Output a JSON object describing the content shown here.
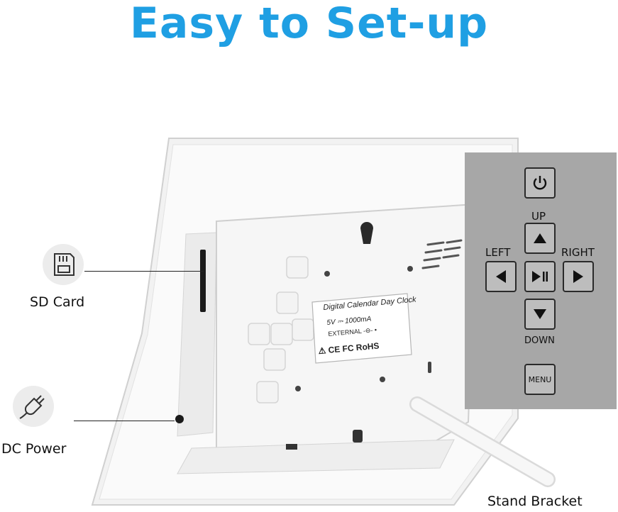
{
  "headline": "Easy to Set-up",
  "callouts": {
    "sd_card": "SD Card",
    "dc_power": "DC Power",
    "stand_bracket": "Stand Bracket"
  },
  "device_label": {
    "line1": "Digital Calendar Day Clock",
    "line2": "5V ⎓ 1000mA",
    "line3": "EXTERNAL -⊖- •",
    "line4": "⚠ CE FC RoHS"
  },
  "control_panel": {
    "up": "UP",
    "down": "DOWN",
    "left": "LEFT",
    "right": "RIGHT",
    "menu": "MENU",
    "icons": [
      "power-icon",
      "up-arrow-icon",
      "left-arrow-icon",
      "play-pause-icon",
      "right-arrow-icon",
      "down-arrow-icon"
    ]
  },
  "colors": {
    "headline": "#1f9fe3",
    "panel": "#a7a7a7",
    "device": "#f4f4f4"
  }
}
